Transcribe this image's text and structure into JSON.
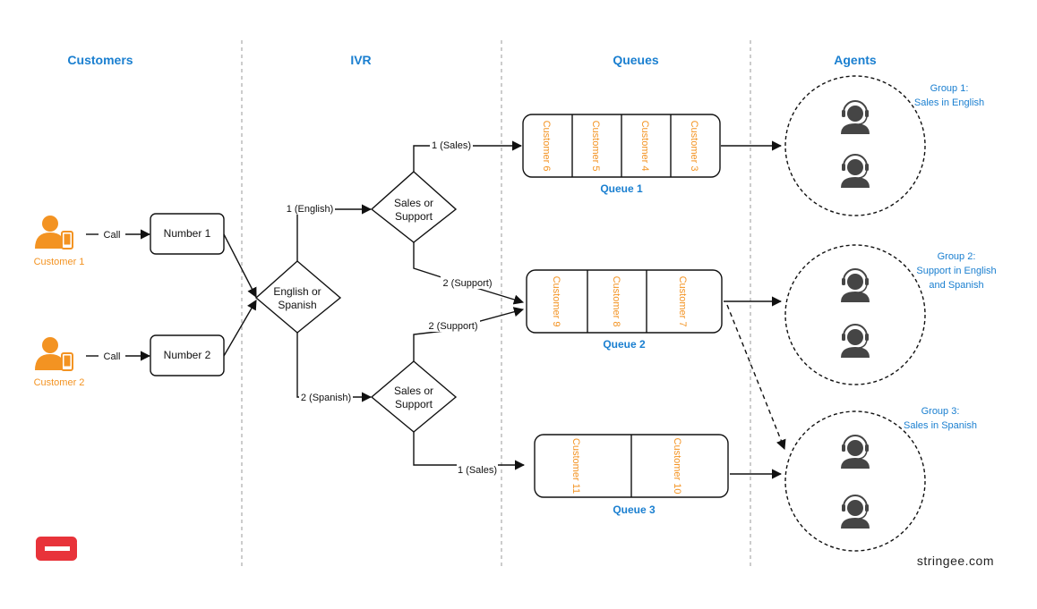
{
  "columns": [
    "Customers",
    "IVR",
    "Queues",
    "Agents"
  ],
  "customers": [
    {
      "label": "Customer 1",
      "call_label": "Call",
      "number": "Number 1"
    },
    {
      "label": "Customer 2",
      "call_label": "Call",
      "number": "Number 2"
    }
  ],
  "ivr": {
    "language_decision": "English or\nSpanish",
    "english_branch": "1 (English)",
    "spanish_branch": "2 (Spanish)",
    "english_decision": "Sales or\nSupport",
    "spanish_decision": "Sales or\nSupport",
    "english_sales": "1 (Sales)",
    "english_support": "2 (Support)",
    "spanish_support": "2 (Support)",
    "spanish_sales": "1 (Sales)"
  },
  "queues": [
    {
      "name": "Queue 1",
      "slots": [
        "Customer 6",
        "Customer 5",
        "Customer 4",
        "Customer 3"
      ]
    },
    {
      "name": "Queue 2",
      "slots": [
        "Customer 9",
        "Customer 8",
        "Customer 7"
      ]
    },
    {
      "name": "Queue 3",
      "slots": [
        "Customer 11",
        "Customer 10"
      ]
    }
  ],
  "groups": [
    {
      "title": "Group 1:",
      "desc": [
        "Sales in English"
      ]
    },
    {
      "title": "Group 2:",
      "desc": [
        "Support in English",
        "and Spanish"
      ]
    },
    {
      "title": "Group 3:",
      "desc": [
        "Sales in Spanish"
      ]
    }
  ],
  "brand": "stringee.com",
  "colors": {
    "accent_blue": "#1a7fd0",
    "customer_orange": "#f39322",
    "agent_gray": "#454545",
    "logo_red": "#e8333a"
  },
  "icons": [
    "person-phone-icon",
    "headset-agent-icon",
    "stringee-logo"
  ]
}
